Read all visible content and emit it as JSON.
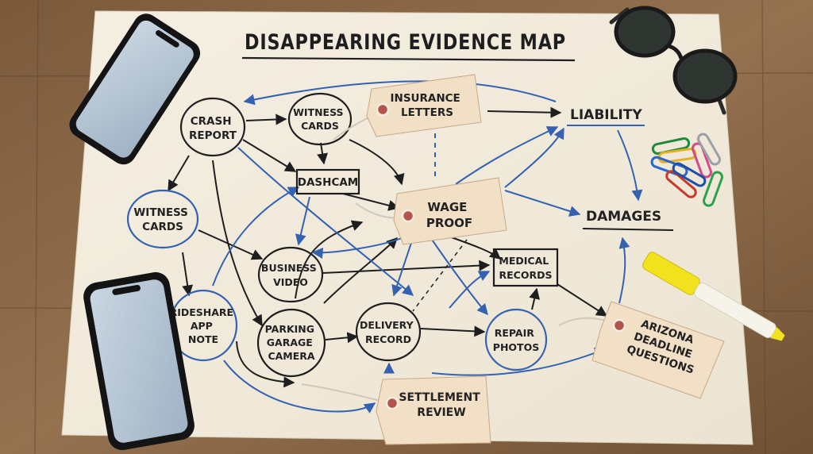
{
  "title": "DISAPPEARING EVIDENCE MAP",
  "nodes": {
    "crash_report": [
      "CRASH",
      "REPORT"
    ],
    "witness_cards_top": [
      "WITNESS",
      "CARDS"
    ],
    "dashcam": "DASHCAM",
    "witness_cards_left": [
      "WITNESS",
      "CARDS"
    ],
    "business_video": [
      "BUSINESS",
      "VIDEO"
    ],
    "rideshare_app_note": [
      "RIDESHARE",
      "APP",
      "NOTE"
    ],
    "parking_garage_camera": [
      "PARKING",
      "GARAGE",
      "CAMERA"
    ],
    "delivery_record": [
      "DELIVERY",
      "RECORD"
    ],
    "medical_records": [
      "MEDICAL",
      "RECORDS"
    ],
    "repair_photos": [
      "REPAIR",
      "PHOTOS"
    ]
  },
  "outcomes": {
    "liability": "LIABILITY",
    "damages": "DAMAGES"
  },
  "tags": {
    "insurance_letters": [
      "INSURANCE",
      "LETTERS"
    ],
    "wage_proof": [
      "WAGE",
      "PROOF"
    ],
    "settlement_review": [
      "SETTLEMENT",
      "REVIEW"
    ],
    "arizona_deadline_questions": [
      "ARIZONA",
      "DEADLINE",
      "QUESTIONS"
    ]
  },
  "colors": {
    "table": "#8a6a4a",
    "paper": "#f3ede0",
    "ink_black": "#1e1e1e",
    "ink_blue": "#3461b0",
    "tag": "#f1dfc6",
    "highlighter": "#f2e21e"
  },
  "objects": [
    "smartphone",
    "smartphone",
    "sunglasses",
    "paper-clips",
    "highlighter"
  ]
}
